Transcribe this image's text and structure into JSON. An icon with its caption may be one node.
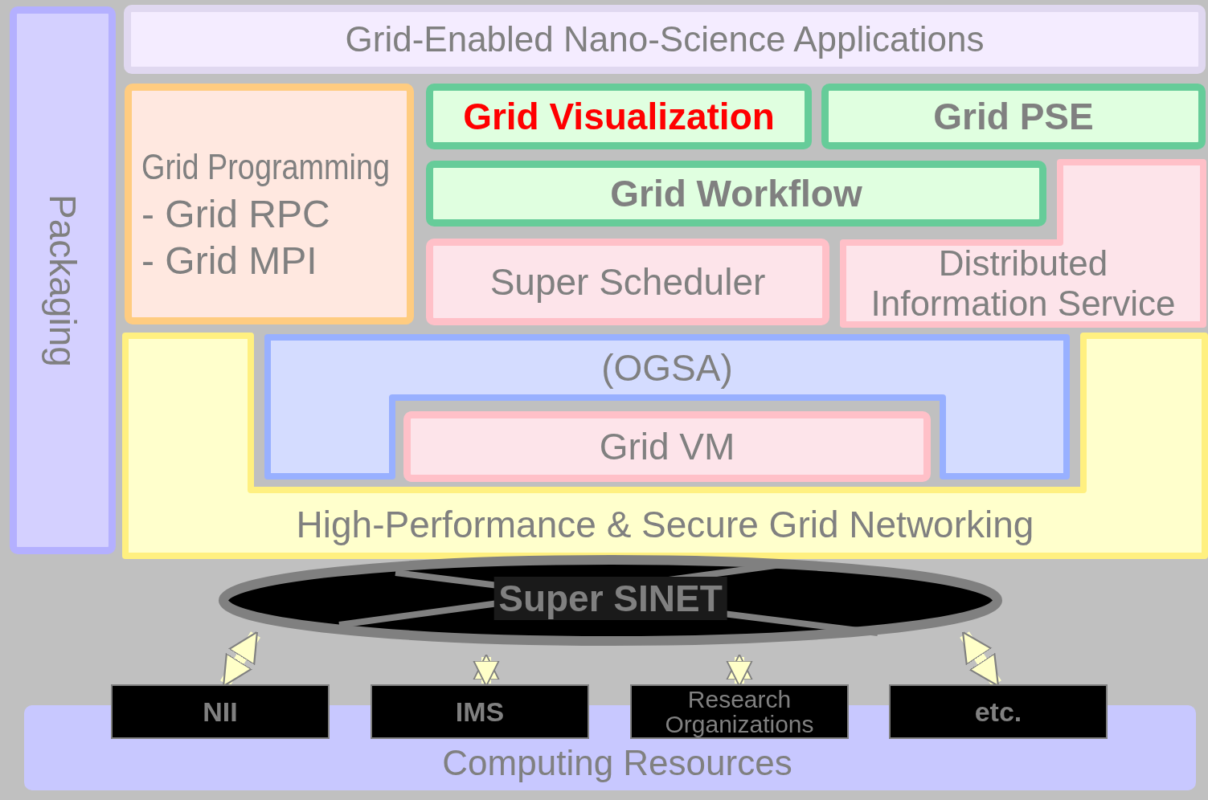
{
  "diagram": {
    "nodes": [
      {
        "text": [
          "Packaging"
        ]
      },
      {
        "text": [
          "Grid-Enabled Nano-Science Applications"
        ]
      },
      {
        "text": [
          "Grid Programming",
          "- Grid RPC",
          "- Grid MPI"
        ]
      },
      {
        "text": [
          "Grid Visualization"
        ]
      },
      {
        "text": [
          "Grid PSE"
        ]
      },
      {
        "text": [
          "Grid Workflow"
        ]
      },
      {
        "text": [
          "Super Scheduler"
        ]
      },
      {
        "text": [
          "Distributed Information Service"
        ]
      },
      {
        "text": [
          "High-Performance & Secure Grid Networking"
        ]
      },
      {
        "text": [
          "(OGSA)"
        ],
        "in": 8
      },
      {
        "text": [
          "Grid VM"
        ],
        "in": 8
      },
      {
        "text": [
          "Super SINET"
        ]
      },
      {
        "text": [
          "Computing Resources"
        ]
      },
      {
        "text": [
          "NII"
        ]
      },
      {
        "text": [
          "IMS"
        ]
      },
      {
        "text": [
          "Research Organizations"
        ]
      },
      {
        "text": [
          "etc."
        ]
      }
    ],
    "edges": [
      {
        "from": 11,
        "to": 13,
        "arrow": "both"
      },
      {
        "from": 11,
        "to": 14,
        "arrow": "both"
      },
      {
        "from": 11,
        "to": 15,
        "arrow": "both"
      },
      {
        "from": 11,
        "to": 16,
        "arrow": "both"
      }
    ]
  }
}
